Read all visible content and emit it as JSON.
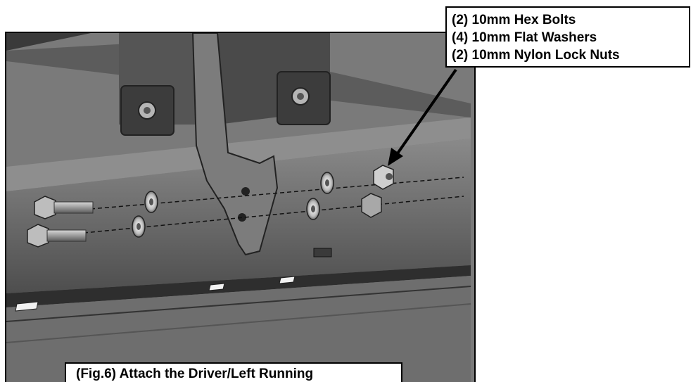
{
  "figure": {
    "caption": "(Fig.6) Attach the Driver/Left Running"
  },
  "callout": {
    "lines": [
      "(2) 10mm Hex Bolts",
      "(4) 10mm Flat Washers",
      "(2) 10mm Nylon Lock Nuts"
    ]
  }
}
